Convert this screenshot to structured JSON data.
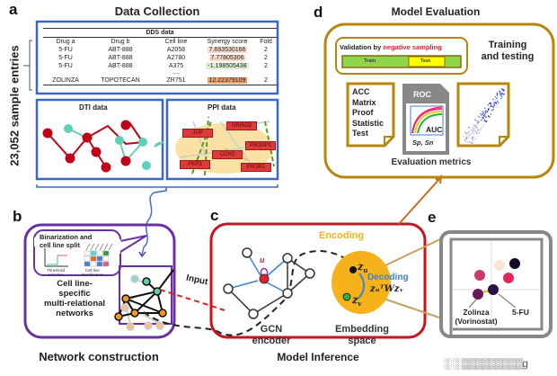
{
  "panels": {
    "a": {
      "letter": "a",
      "title": "Data Collection",
      "side_label": "23,052 sample entries",
      "dds_table": {
        "caption": "DDS data",
        "columns": [
          "Drug a",
          "Drug b",
          "Cell line",
          "Synergy score",
          "Fold"
        ],
        "rows": [
          [
            "5-FU",
            "ABT-888",
            "A2058",
            "7.693530166",
            "2"
          ],
          [
            "5-FU",
            "ABT-888",
            "A2780",
            "7.77805306",
            "2"
          ],
          [
            "5-FU",
            "ABT-888",
            "A375",
            "-1.198505438",
            "2"
          ],
          [
            "ZOLINZA",
            "TOPOTECAN",
            "ZR751",
            "12.22379109",
            "2"
          ]
        ],
        "ellipsis": "....",
        "score_colors": [
          "#f9d9c8",
          "#f9d9c8",
          "#dcefd6",
          "#f0a070"
        ]
      },
      "dti_label": "DTI data",
      "ppi_label": "PPI data",
      "ppi_genes": [
        "JUP",
        "GRIN2D",
        "PIK3AP1",
        "CDH2",
        "PKP3",
        "PIK3R1"
      ]
    },
    "b": {
      "letter": "b",
      "title": "Network construction",
      "inset_title_1": "Binarization and",
      "inset_title_2": "cell line split",
      "threshold_label_1": "Threshold",
      "threshold_label_2": "selection",
      "classification_label_1": "Cell line",
      "classification_label_2": "classification",
      "network_label": [
        "Cell line-",
        "specific",
        "multi-relational",
        "networks"
      ],
      "input_label": "Input"
    },
    "c": {
      "letter": "c",
      "title": "Model Inference",
      "node_u_label": "u",
      "encoder_label_1": "GCN",
      "encoder_label_2": "encoder",
      "encoding_label": "Encoding",
      "decoding_label": "Decoding",
      "zu_label": "z",
      "zu_sub": "u",
      "zv_label": "z",
      "zv_sub": "v",
      "formula": "zᵤᵀWzᵥ",
      "embedding_label_1": "Embedding",
      "embedding_label_2": "space"
    },
    "d": {
      "letter": "d",
      "title": "Model Evaluation",
      "validation_prefix": "Validation by ",
      "validation_highlight": "negative sampling",
      "train_label": "Train",
      "test_label": "Test",
      "training_testing_1": "Training",
      "training_testing_2": "and testing",
      "metrics_list": [
        "ACC",
        "Matrix",
        "Proof",
        "Statistic",
        "Test"
      ],
      "roc_label": "ROC",
      "auc_label": "AUC",
      "sp_sn_label": "Sp, Sn",
      "evaluation_metrics_label": "Evaluation metrics"
    },
    "e": {
      "letter": "e",
      "drug_label_1": "Zolinza",
      "drug_label_2": "(Vorinostat)",
      "drug_label_3": "5-FU",
      "footer_text": "░ ░ ▒▒▒▒▒▒▒▒▒g"
    }
  },
  "colors": {
    "panel_a": "#3a66c4",
    "panel_b": "#6a2fa6",
    "panel_c": "#c8141e",
    "panel_d": "#b8860b",
    "panel_e": "#777777",
    "encoding": "#f5b21a",
    "decoding": "#3a86c8",
    "negative_sampling": "#e02030",
    "dti_red": "#c00018",
    "dti_teal": "#5fcfb5"
  }
}
